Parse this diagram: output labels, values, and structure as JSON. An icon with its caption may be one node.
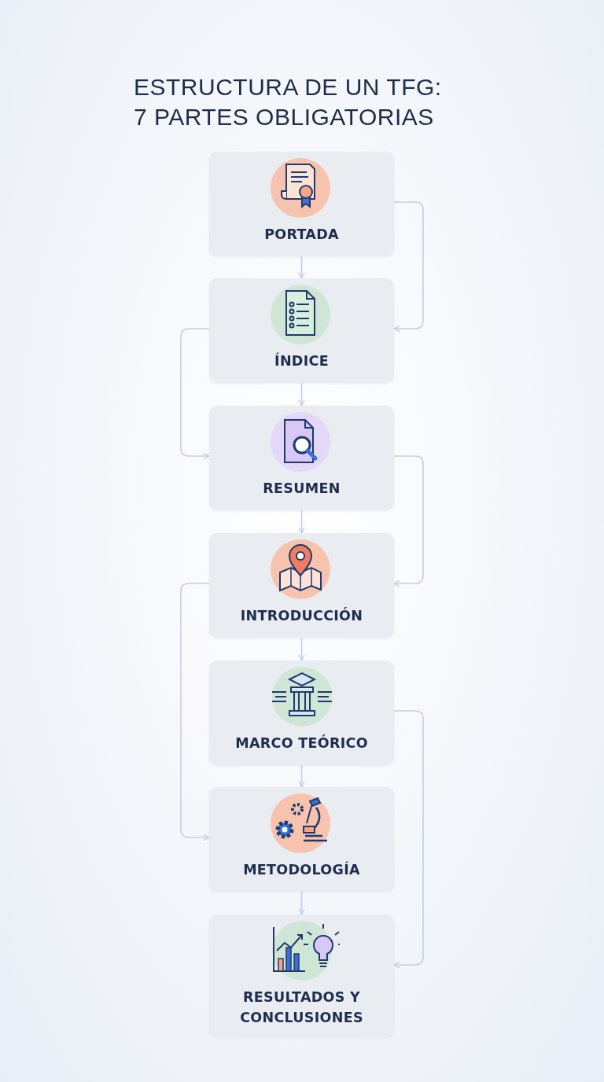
{
  "diagram": {
    "title": "ESTRUCTURA DE UN TFG: 7 PARTES OBLIGATORIAS",
    "nodes": [
      {
        "text": [
          "PORTADA"
        ]
      },
      {
        "text": [
          "ÍNDICE"
        ]
      },
      {
        "text": [
          "RESUMEN"
        ]
      },
      {
        "text": [
          "INTRODUCCIÓN"
        ]
      },
      {
        "text": [
          "MARCO TEÓRICO"
        ]
      },
      {
        "text": [
          "METODOLOGÍA"
        ]
      },
      {
        "text": [
          "RESULTADOS Y CONCLUSIONES"
        ]
      }
    ],
    "edges": [
      {
        "from": 0,
        "to": 1,
        "arrow": "to"
      },
      {
        "from": 1,
        "to": 2,
        "arrow": "to"
      },
      {
        "from": 2,
        "to": 3,
        "arrow": "to"
      },
      {
        "from": 3,
        "to": 4,
        "arrow": "to"
      },
      {
        "from": 4,
        "to": 5,
        "arrow": "to"
      },
      {
        "from": 5,
        "to": 6,
        "arrow": "to"
      },
      {
        "from": 0,
        "to": 1,
        "arrow": "to"
      },
      {
        "from": 1,
        "to": 2,
        "arrow": "to"
      },
      {
        "from": 2,
        "to": 3,
        "arrow": "to"
      },
      {
        "from": 3,
        "to": 5,
        "arrow": "to"
      },
      {
        "from": 4,
        "to": 6,
        "arrow": "to"
      }
    ]
  }
}
